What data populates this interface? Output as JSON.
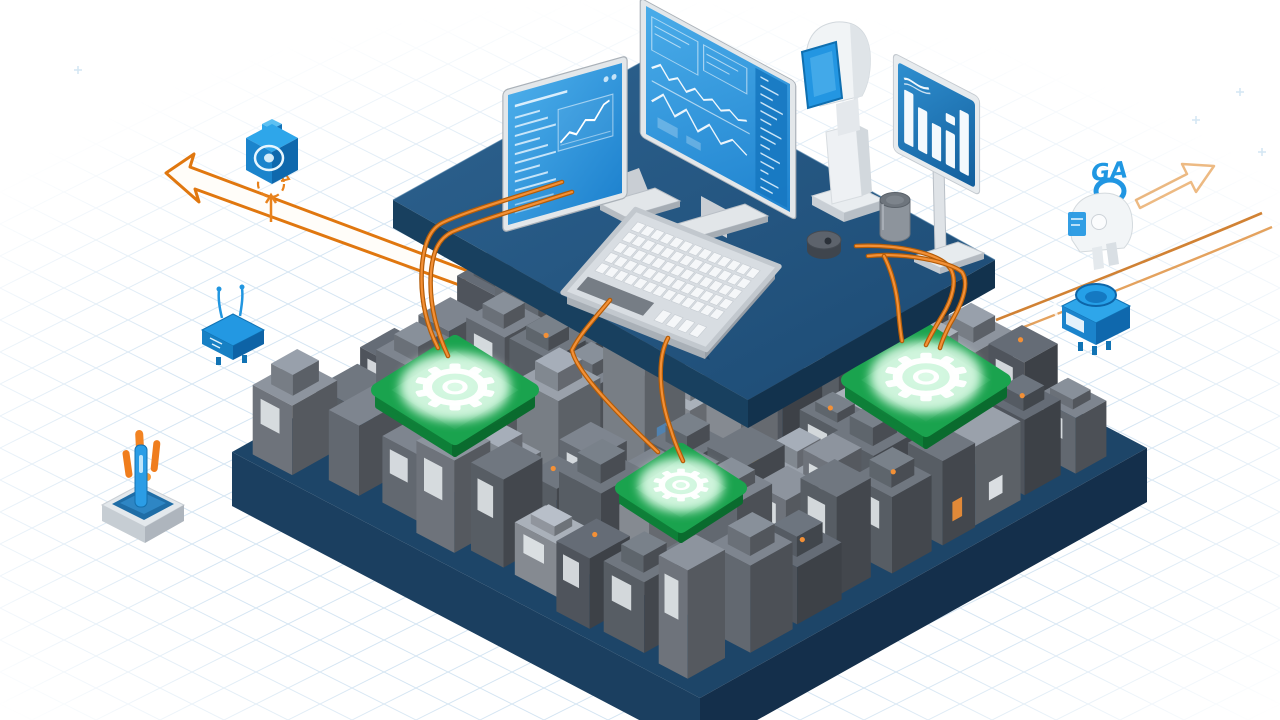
{
  "labels": {
    "ga_tag": "GA"
  },
  "palette": {
    "background": "#ffffff",
    "grid_line": "#b7d3ea",
    "desk_top_light": "#2d628f",
    "desk_top_dark": "#1c4a73",
    "desk_side_left": "#18405f",
    "desk_side_right": "#12324d",
    "base_top": "#1d4568",
    "base_side_left": "#1b3f60",
    "base_side_right": "#142f4b",
    "cable_outer": "#b35c08",
    "cable_inner": "#f39036",
    "accent_orange": "#e0771a",
    "accent_yellow": "#d9a514",
    "accent_blue": "#4f86b8",
    "icon_blue": "#1f97e2",
    "icon_blue_dark": "#0f68ad",
    "screen_blue_light": "#4aace9",
    "screen_blue_dark": "#1f83cf",
    "sign_blue_light": "#2f8fd0",
    "sign_blue_dark": "#135e9b",
    "green_plate": "#1aa34e",
    "green_side_left": "#0e7f38",
    "green_side_right": "#0a6b2e",
    "gear_white": "#ffffff",
    "glow_green": "#eafff1",
    "silver": "#dde2e6",
    "silver_dark": "#aab1b8",
    "key_white": "#f5f7f9"
  },
  "icons": [
    {
      "name": "module-cube-icon"
    },
    {
      "name": "sync-arrow-icon"
    },
    {
      "name": "outbound-arrow-left-icon"
    },
    {
      "name": "iot-router-icon"
    },
    {
      "name": "wireless-transmitter-icon"
    },
    {
      "name": "bar-chart-display"
    },
    {
      "name": "scanner-kiosk"
    },
    {
      "name": "assistant-robot"
    },
    {
      "name": "vision-module-icon"
    },
    {
      "name": "outbound-arrow-right-icon"
    },
    {
      "name": "gear-chip"
    }
  ],
  "sign_chart": {
    "type": "bar",
    "values": [
      62,
      50,
      40,
      56,
      72
    ],
    "split_bar_index": 3
  },
  "gear_plates": {
    "count": 3
  },
  "machine_grid": {
    "rows": 9,
    "cols": 9,
    "seed": 7
  },
  "keyboard": {
    "rows": 5,
    "cols": 13
  },
  "monitors": {
    "left_list_lines": 9,
    "right_code_lines": 14
  }
}
